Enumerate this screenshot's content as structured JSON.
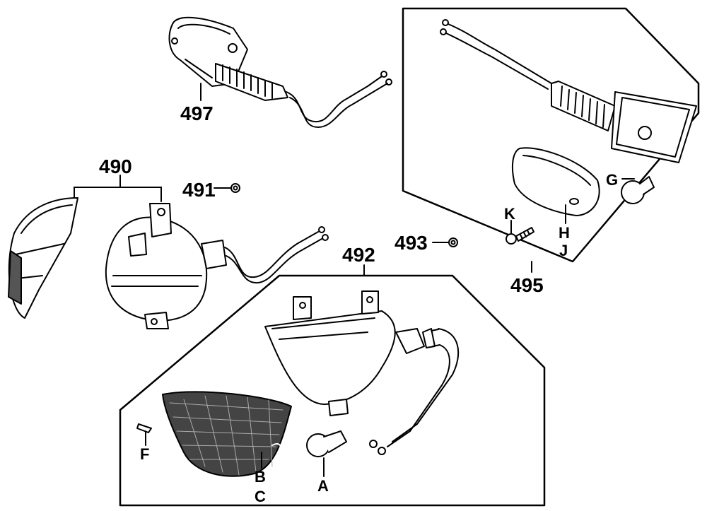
{
  "labels": {
    "p497": "497",
    "p490": "490",
    "p491": "491",
    "p492": "492",
    "p493": "493",
    "p495": "495",
    "G": "G",
    "K": "K",
    "H": "H",
    "J": "J",
    "F": "F",
    "B": "B",
    "C": "C",
    "A": "A"
  }
}
